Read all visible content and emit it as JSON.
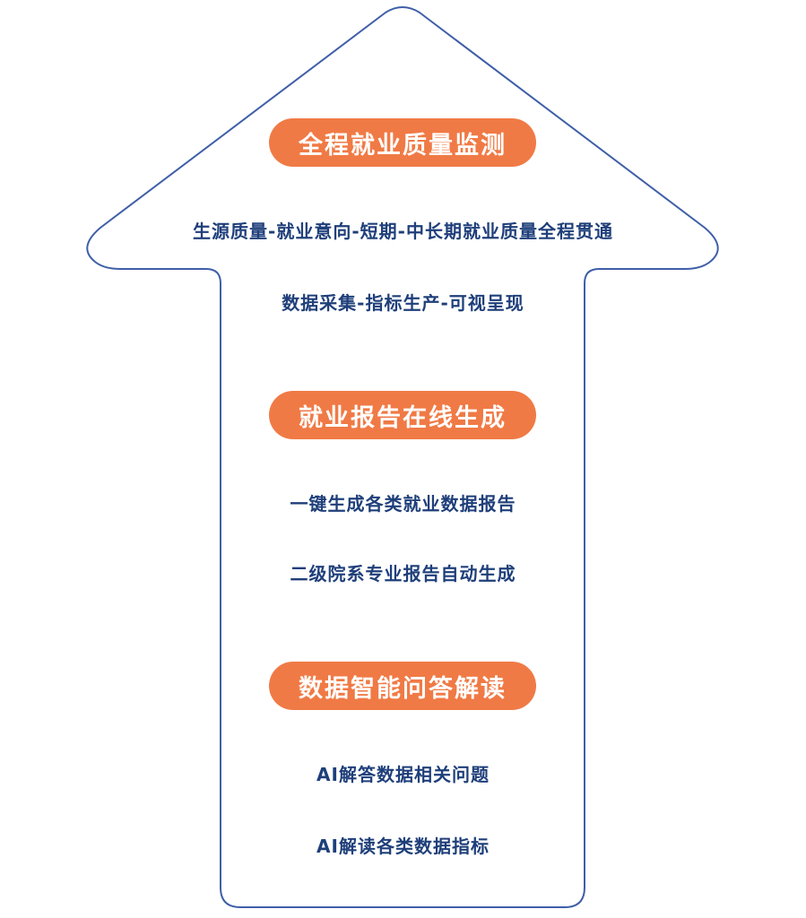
{
  "sections": [
    {
      "title": "全程就业质量监测",
      "items": [
        "生源质量-就业意向-短期-中长期就业质量全程贯通",
        "数据采集-指标生产-可视呈现"
      ]
    },
    {
      "title": "就业报告在线生成",
      "items": [
        "一键生成各类就业数据报告",
        "二级院系专业报告自动生成"
      ]
    },
    {
      "title": "数据智能问答解读",
      "items": [
        "AI解答数据相关问题",
        "AI解读各类数据指标"
      ]
    }
  ],
  "colors": {
    "arrow_outline": "#3f5fa8",
    "pill_fill": "#f07a45",
    "pill_text": "#ffffff",
    "item_text": "#1f3f7a"
  }
}
